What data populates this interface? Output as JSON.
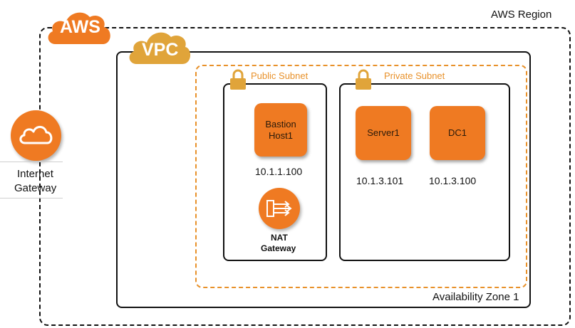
{
  "region": {
    "label": "AWS Region",
    "badge": "AWS"
  },
  "vpc": {
    "badge": "VPC"
  },
  "availability_zone": {
    "label": "Availability Zone 1"
  },
  "internet_gateway": {
    "label_line1": "Internet",
    "label_line2": "Gateway",
    "icon": "cloud-icon"
  },
  "public_subnet": {
    "label": "Public Subnet",
    "icon": "lock-icon",
    "bastion": {
      "line1": "Bastion",
      "line2": "Host1",
      "ip": "10.1.1.100"
    },
    "nat": {
      "line1": "NAT",
      "line2": "Gateway",
      "icon": "nat-gateway-icon"
    }
  },
  "private_subnet": {
    "label": "Private Subnet",
    "icon": "lock-icon",
    "instances": [
      {
        "name": "Server1",
        "ip": "10.1.3.101"
      },
      {
        "name": "DC1",
        "ip": "10.1.3.100"
      }
    ]
  },
  "colors": {
    "aws_orange": "#ef7a22",
    "subnet_dashed": "#e8912a",
    "vpc_gold": "#e0a43a",
    "lock_gold": "#e0a43a"
  }
}
